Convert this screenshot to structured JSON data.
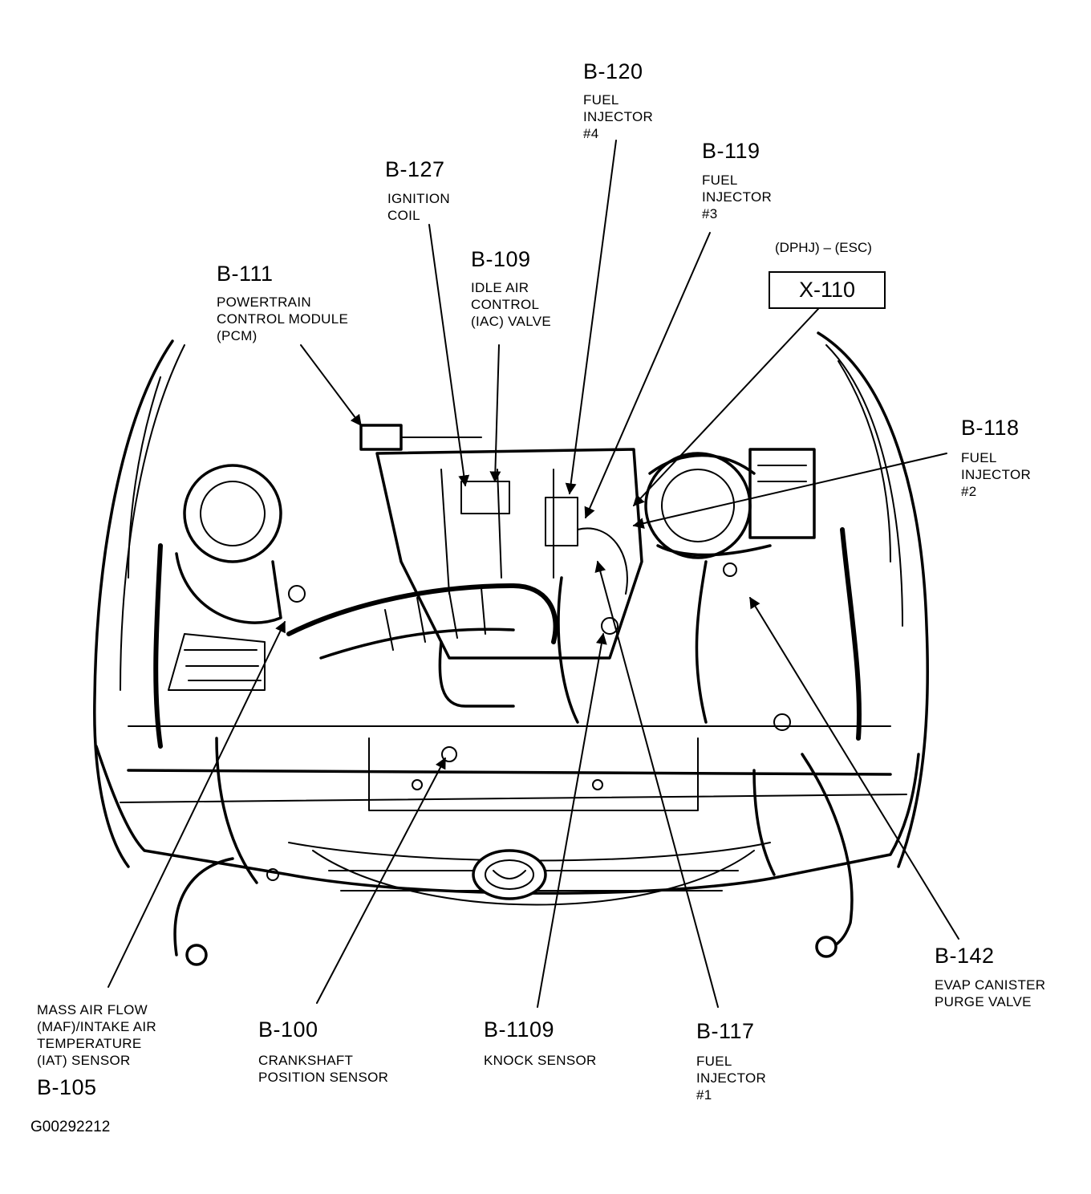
{
  "figure_id": "G00292212",
  "labels": {
    "b120": {
      "code": "B-120",
      "desc": "FUEL\nINJECTOR\n#4"
    },
    "b119": {
      "code": "B-119",
      "desc": "FUEL\nINJECTOR\n#3"
    },
    "b127": {
      "code": "B-127",
      "desc": "IGNITION\nCOIL"
    },
    "b109": {
      "code": "B-109",
      "desc": "IDLE AIR\nCONTROL\n(IAC) VALVE"
    },
    "b111": {
      "code": "B-111",
      "desc": "POWERTRAIN\nCONTROL MODULE\n(PCM)"
    },
    "x110": {
      "code": "X-110",
      "note": "(DPHJ) – (ESC)"
    },
    "b118": {
      "code": "B-118",
      "desc": "FUEL\nINJECTOR\n#2"
    },
    "b142": {
      "code": "B-142",
      "desc": "EVAP CANISTER\nPURGE VALVE"
    },
    "b105": {
      "code": "B-105",
      "desc": "MASS AIR FLOW\n(MAF)/INTAKE AIR\nTEMPERATURE\n(IAT) SENSOR"
    },
    "b100": {
      "code": "B-100",
      "desc": "CRANKSHAFT\nPOSITION SENSOR"
    },
    "b1109": {
      "code": "B-1109",
      "desc": "KNOCK SENSOR"
    },
    "b117": {
      "code": "B-117",
      "desc": "FUEL\nINJECTOR\n#1"
    }
  }
}
